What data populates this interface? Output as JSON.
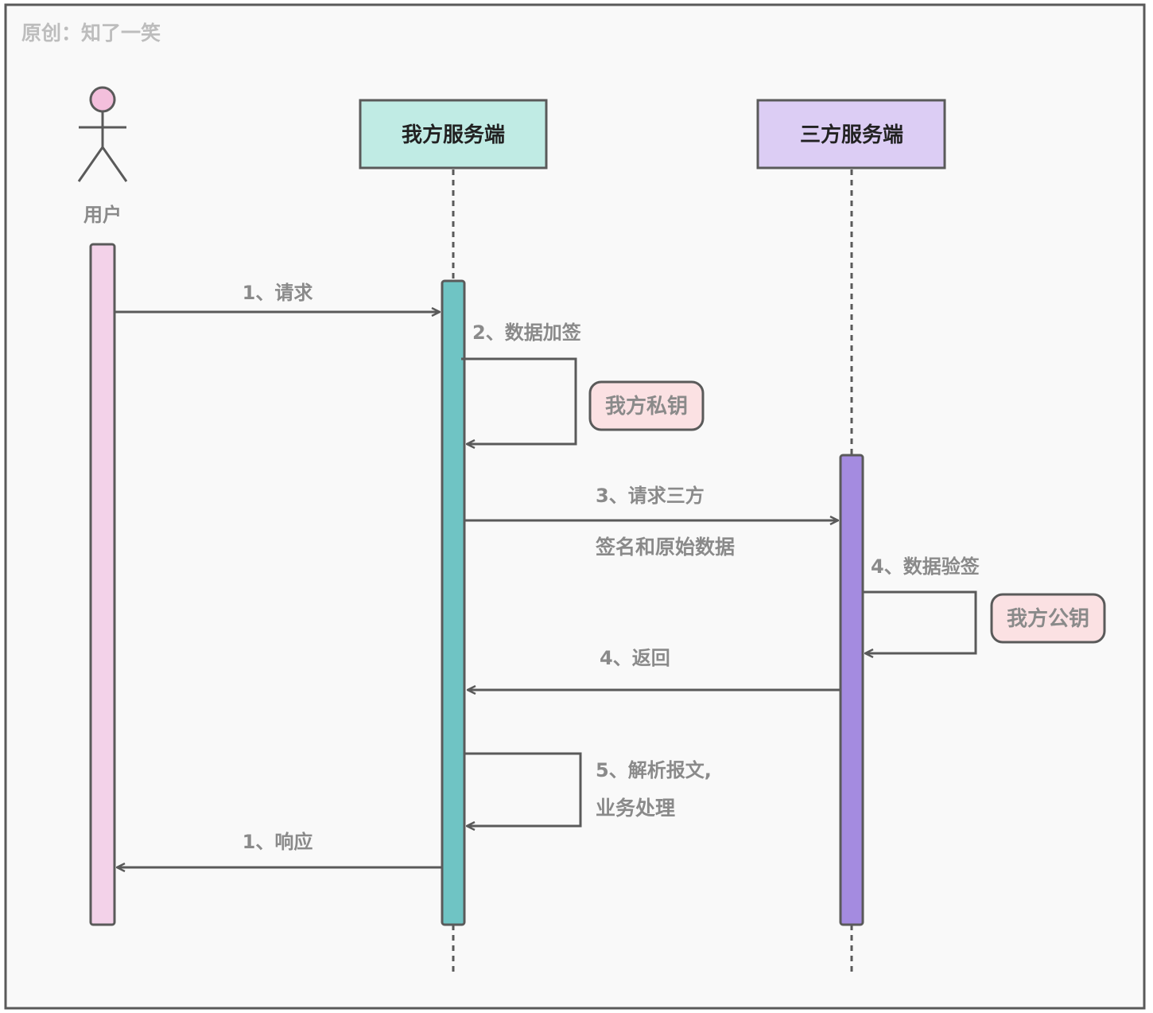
{
  "watermark": "原创：知了一笑",
  "actor": {
    "label": "用户"
  },
  "participants": {
    "ours": {
      "label": "我方服务端"
    },
    "third": {
      "label": "三方服务端"
    }
  },
  "messages": {
    "m1": "1、请求",
    "m2": "2、数据加签",
    "m3a": "3、请求三方",
    "m3b": "签名和原始数据",
    "m4a": "4、数据验签",
    "m4b": "4、返回",
    "m5a": "5、解析报文,",
    "m5b": "业务处理",
    "m6": "1、响应"
  },
  "notes": {
    "private_key": "我方私钥",
    "public_key": "我方公钥"
  },
  "colors": {
    "frame": "#5a5a5a",
    "background": "#f9f9f9",
    "ours_header": "#c0ebe4",
    "third_header": "#dccdf4",
    "user_bar": "#f3d2e9",
    "ours_bar": "#6fc4c4",
    "third_bar": "#a48be0",
    "actor_head": "#f3bfdc",
    "note_fill": "#fbe1e3",
    "label_text": "#8a8a8a",
    "watermark_text": "#bdbdbd"
  }
}
